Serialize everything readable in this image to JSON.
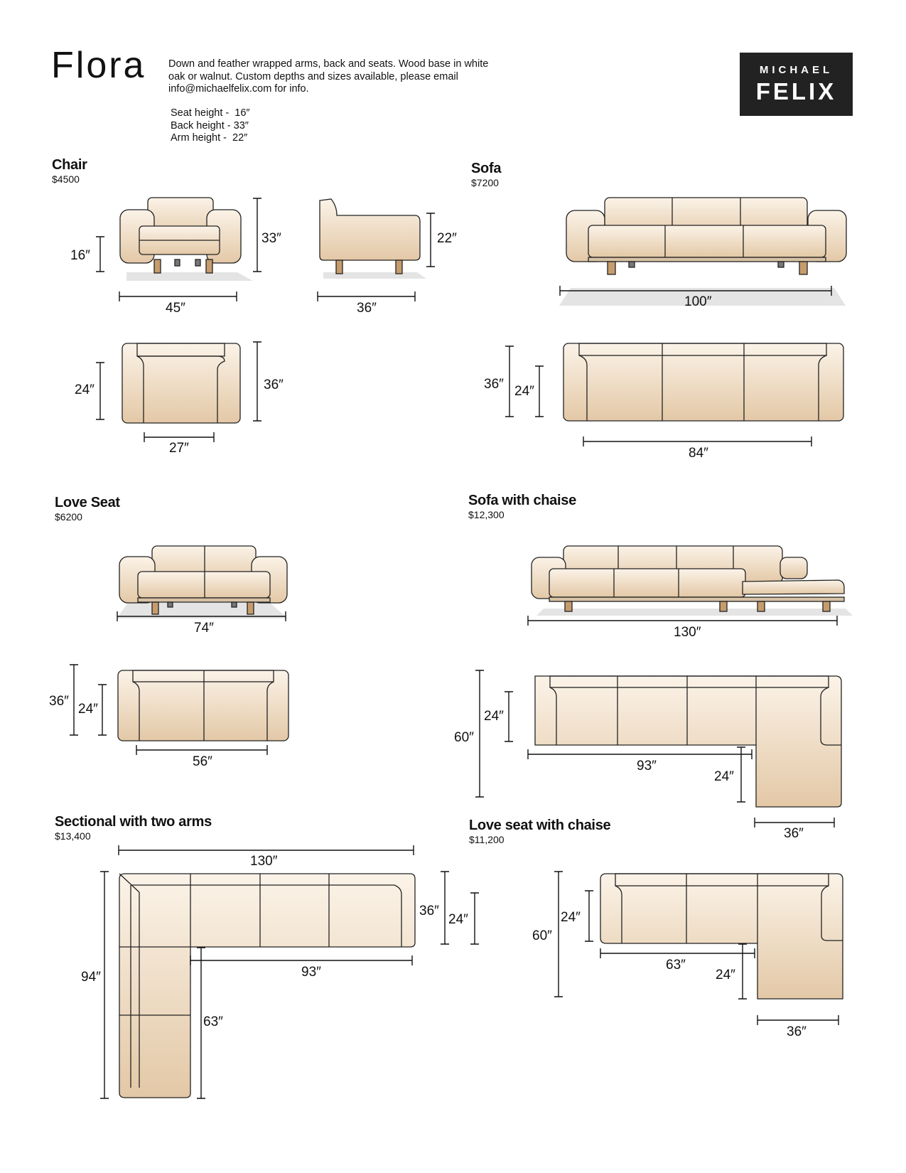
{
  "header": {
    "brand": "Flora",
    "description": "Down and feather wrapped arms, back and seats. Wood base in white oak or walnut. Custom depths and sizes available, please email info@michaelfelix.com for info.",
    "specs": [
      "Seat height -  16″",
      "Back height - 33″",
      "Arm height -  22″"
    ],
    "logo": {
      "line1": "MICHAEL",
      "line2": "FELIX"
    }
  },
  "colors": {
    "upholstery": "#e8d3b8",
    "wood": "#c69c6d",
    "line": "#222222",
    "logo_bg": "#222222"
  },
  "products": {
    "chair": {
      "name": "Chair",
      "price": "$4500",
      "dims": {
        "seat_height": "16″",
        "back_height": "33″",
        "width": "45″",
        "arm_height": "22″",
        "depth": "36″",
        "seat_depth": "24″",
        "overall_depth": "36″",
        "seat_width": "27″"
      }
    },
    "sofa": {
      "name": "Sofa",
      "price": "$7200",
      "dims": {
        "width": "100″",
        "depth": "36″",
        "seat_depth": "24″",
        "seat_width": "84″"
      }
    },
    "love_seat": {
      "name": "Love Seat",
      "price": "$6200",
      "dims": {
        "width": "74″",
        "depth": "36″",
        "seat_depth": "24″",
        "seat_width": "56″"
      }
    },
    "sofa_chaise": {
      "name": "Sofa with chaise",
      "price": "$12,300",
      "dims": {
        "width": "130″",
        "seat_depth": "24″",
        "overall_depth": "60″",
        "seat_width": "93″",
        "chaise_seat": "24″",
        "chaise_width": "36″"
      }
    },
    "sectional": {
      "name": "Sectional with two arms",
      "price": "$13,400",
      "dims": {
        "width": "130″",
        "depth": "36″",
        "seat_depth": "24″",
        "overall_depth": "94″",
        "seat_width": "93″",
        "return_seat": "63″"
      }
    },
    "loveseat_chaise": {
      "name": "Love seat with chaise",
      "price": "$11,200",
      "dims": {
        "seat_depth": "24″",
        "overall_depth": "60″",
        "seat_width": "63″",
        "chaise_seat": "24″",
        "chaise_width": "36″"
      }
    }
  }
}
